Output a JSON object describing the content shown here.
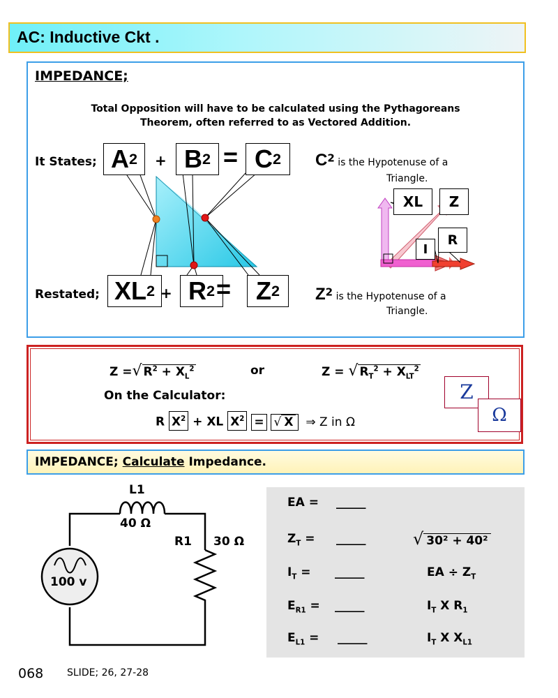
{
  "title": "AC:   Inductive Ckt .",
  "impedance_heading": "IMPEDANCE;",
  "intro_line1": "Total Opposition will have to be calculated using the Pythagoreans",
  "intro_line2": "Theorem, often referred to as  Vectored Addition.",
  "it_states": "It States;",
  "restated": "Restated;",
  "terms": {
    "a": "A",
    "b": "B",
    "c": "C",
    "xl": "XL",
    "r": "R",
    "z": "Z",
    "sq": "2",
    "plus": "+",
    "eq": "="
  },
  "hyp_c_letter": "C",
  "hyp_z_letter": "Z",
  "hyp_text1": "is the Hypotenuse of a",
  "hyp_text2": "Triangle.",
  "vector_labels": {
    "xl": "XL",
    "z": "Z",
    "i": "I",
    "r": "R"
  },
  "formula": {
    "z1_prefix": "Z =",
    "z1_r": "R",
    "z1_x": "X",
    "z1_sub": "L",
    "or": "or",
    "z2_prefix": "Z  =",
    "z2_r": "R",
    "z2_x": "X",
    "z2_r_sub": "T",
    "z2_x_sub": "LT",
    "calc_label": "On the Calculator:",
    "key_r": "R",
    "key_x2": "X",
    "key_plus": "+",
    "key_xl": "XL",
    "key_eq": "=",
    "key_sqrt_x": "X",
    "result": "⇒  Z  in  Ω",
    "symbol_z": "Z",
    "symbol_omega": "Ω"
  },
  "calc_bar": {
    "prefix": "IMPEDANCE;",
    "underlined": "Calculate",
    "suffix": "Impedance."
  },
  "circuit": {
    "l1_label": "L1",
    "l1_value": "40  Ω",
    "r1_label": "R1",
    "r1_value": "30 Ω",
    "source": "100 v"
  },
  "table": {
    "blank": "_____",
    "rows": [
      {
        "label": "EA ="
      },
      {
        "label": "Z",
        "sub": "T",
        "tail": " =",
        "formula": "30² + 40²"
      },
      {
        "label": "I",
        "sub": "T",
        "tail": " =",
        "formula": "EA ÷ Z",
        "formula_sub": "T"
      },
      {
        "label": "E",
        "sub": "R1",
        "tail": " =",
        "formula": "I",
        "formula_sub": "T",
        "formula_tail": " X  R",
        "formula_tail_sub": "1"
      },
      {
        "label": "E",
        "sub": "L1",
        "tail": " =",
        "formula": "I",
        "formula_sub": "T",
        "formula_tail": " X X",
        "formula_tail_sub": "L1"
      }
    ]
  },
  "page_number": "068",
  "slide_ref": "SLIDE; 26, 27-28",
  "colors": {
    "triangle": "#29d0e8",
    "accent_red": "#cc2222",
    "accent_blue": "#3c9ee8",
    "vector_pink": "#e040d0",
    "vector_red": "#f04030"
  }
}
